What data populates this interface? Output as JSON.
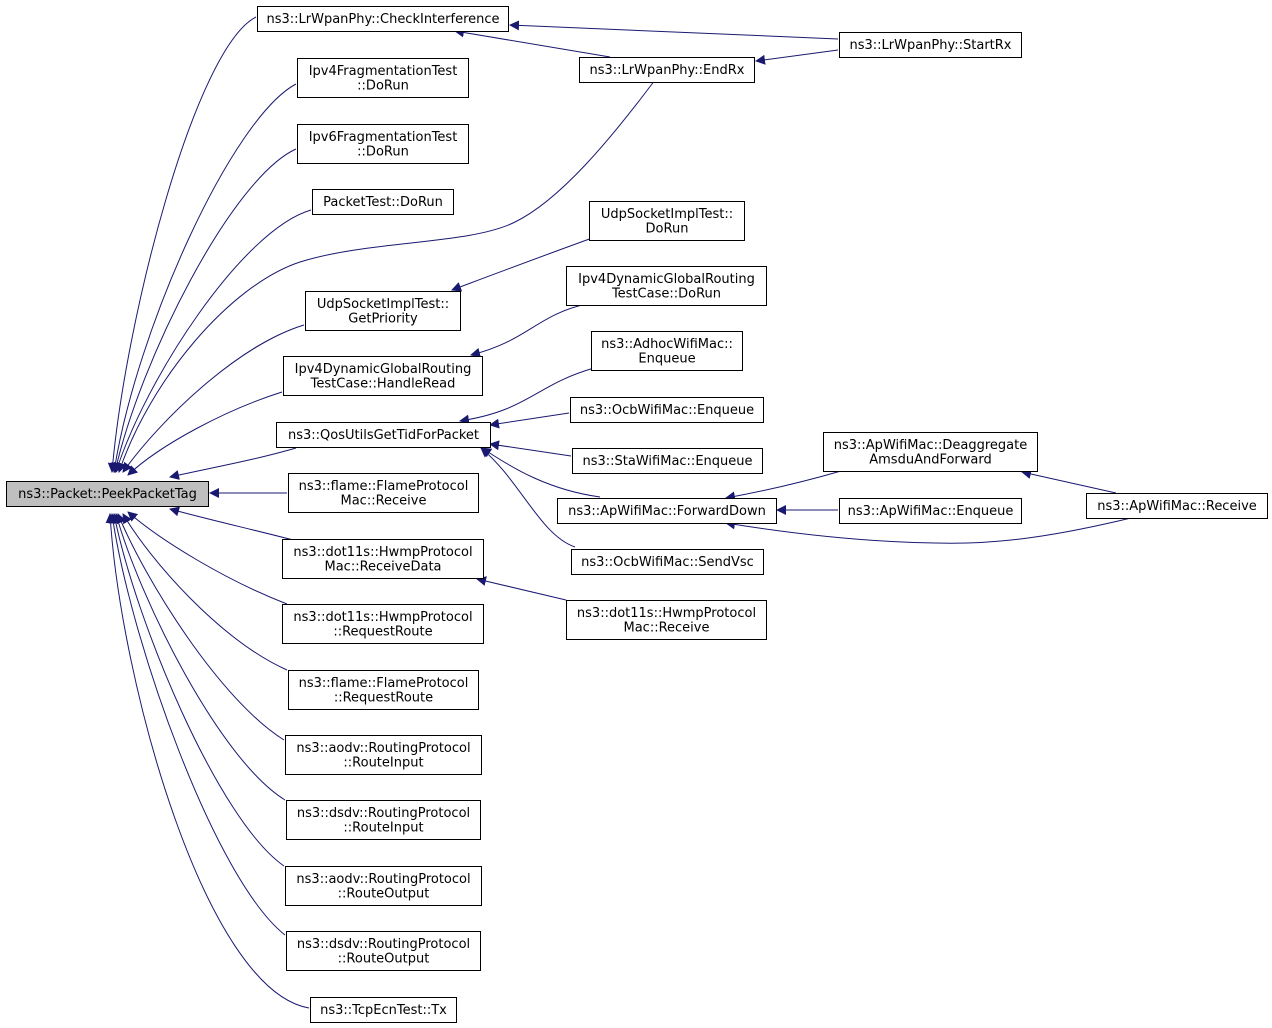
{
  "graph": {
    "colors": {
      "edge": "#191970",
      "node_border": "#000000",
      "root_fill": "#bfbfbf",
      "node_fill": "#ffffff"
    },
    "nodes": [
      {
        "id": "root",
        "lines": [
          "ns3::Packet::PeekPacketTag"
        ]
      },
      {
        "id": "check-interference",
        "lines": [
          "ns3::LrWpanPhy::CheckInterference"
        ]
      },
      {
        "id": "ipv4-frag",
        "lines": [
          "Ipv4FragmentationTest",
          "::DoRun"
        ]
      },
      {
        "id": "ipv6-frag",
        "lines": [
          "Ipv6FragmentationTest",
          "::DoRun"
        ]
      },
      {
        "id": "packet-test",
        "lines": [
          "PacketTest::DoRun"
        ]
      },
      {
        "id": "udp-getpriority",
        "lines": [
          "UdpSocketImplTest::",
          "GetPriority"
        ]
      },
      {
        "id": "ipv4-dyn-handleread",
        "lines": [
          "Ipv4DynamicGlobalRouting",
          "TestCase::HandleRead"
        ]
      },
      {
        "id": "qos-utils",
        "lines": [
          "ns3::QosUtilsGetTidForPacket"
        ]
      },
      {
        "id": "flame-mac-receive",
        "lines": [
          "ns3::flame::FlameProtocol",
          "Mac::Receive"
        ]
      },
      {
        "id": "hwmp-mac-receivedata",
        "lines": [
          "ns3::dot11s::HwmpProtocol",
          "Mac::ReceiveData"
        ]
      },
      {
        "id": "hwmp-requestroute",
        "lines": [
          "ns3::dot11s::HwmpProtocol",
          "::RequestRoute"
        ]
      },
      {
        "id": "flame-requestroute",
        "lines": [
          "ns3::flame::FlameProtocol",
          "::RequestRoute"
        ]
      },
      {
        "id": "aodv-routeinput",
        "lines": [
          "ns3::aodv::RoutingProtocol",
          "::RouteInput"
        ]
      },
      {
        "id": "dsdv-routeinput",
        "lines": [
          "ns3::dsdv::RoutingProtocol",
          "::RouteInput"
        ]
      },
      {
        "id": "aodv-routeoutput",
        "lines": [
          "ns3::aodv::RoutingProtocol",
          "::RouteOutput"
        ]
      },
      {
        "id": "dsdv-routeoutput",
        "lines": [
          "ns3::dsdv::RoutingProtocol",
          "::RouteOutput"
        ]
      },
      {
        "id": "tcp-ecn-tx",
        "lines": [
          "ns3::TcpEcnTest::Tx"
        ]
      },
      {
        "id": "endrx",
        "lines": [
          "ns3::LrWpanPhy::EndRx"
        ]
      },
      {
        "id": "udp-dorun",
        "lines": [
          "UdpSocketImplTest::",
          "DoRun"
        ]
      },
      {
        "id": "ipv4-dyn-dorun",
        "lines": [
          "Ipv4DynamicGlobalRouting",
          "TestCase::DoRun"
        ]
      },
      {
        "id": "adhoc-enqueue",
        "lines": [
          "ns3::AdhocWifiMac::",
          "Enqueue"
        ]
      },
      {
        "id": "ocb-enqueue",
        "lines": [
          "ns3::OcbWifiMac::Enqueue"
        ]
      },
      {
        "id": "sta-enqueue",
        "lines": [
          "ns3::StaWifiMac::Enqueue"
        ]
      },
      {
        "id": "ap-forwarddown",
        "lines": [
          "ns3::ApWifiMac::ForwardDown"
        ]
      },
      {
        "id": "ocb-sendvsc",
        "lines": [
          "ns3::OcbWifiMac::SendVsc"
        ]
      },
      {
        "id": "hwmp-mac-receive",
        "lines": [
          "ns3::dot11s::HwmpProtocol",
          "Mac::Receive"
        ]
      },
      {
        "id": "startrx",
        "lines": [
          "ns3::LrWpanPhy::StartRx"
        ]
      },
      {
        "id": "ap-deaggregate",
        "lines": [
          "ns3::ApWifiMac::Deaggregate",
          "AmsduAndForward"
        ]
      },
      {
        "id": "ap-enqueue",
        "lines": [
          "ns3::ApWifiMac::Enqueue"
        ]
      },
      {
        "id": "ap-receive",
        "lines": [
          "ns3::ApWifiMac::Receive"
        ]
      }
    ],
    "edges": [
      [
        "check-interference",
        "root"
      ],
      [
        "ipv4-frag",
        "root"
      ],
      [
        "ipv6-frag",
        "root"
      ],
      [
        "packet-test",
        "root"
      ],
      [
        "endrx",
        "root"
      ],
      [
        "udp-getpriority",
        "root"
      ],
      [
        "ipv4-dyn-handleread",
        "root"
      ],
      [
        "qos-utils",
        "root"
      ],
      [
        "flame-mac-receive",
        "root"
      ],
      [
        "hwmp-mac-receivedata",
        "root"
      ],
      [
        "hwmp-requestroute",
        "root"
      ],
      [
        "flame-requestroute",
        "root"
      ],
      [
        "aodv-routeinput",
        "root"
      ],
      [
        "dsdv-routeinput",
        "root"
      ],
      [
        "aodv-routeoutput",
        "root"
      ],
      [
        "dsdv-routeoutput",
        "root"
      ],
      [
        "tcp-ecn-tx",
        "root"
      ],
      [
        "startrx",
        "check-interference"
      ],
      [
        "endrx",
        "check-interference"
      ],
      [
        "startrx",
        "endrx"
      ],
      [
        "udp-dorun",
        "udp-getpriority"
      ],
      [
        "ipv4-dyn-dorun",
        "ipv4-dyn-handleread"
      ],
      [
        "adhoc-enqueue",
        "qos-utils"
      ],
      [
        "ocb-enqueue",
        "qos-utils"
      ],
      [
        "sta-enqueue",
        "qos-utils"
      ],
      [
        "ap-forwarddown",
        "qos-utils"
      ],
      [
        "ocb-sendvsc",
        "qos-utils"
      ],
      [
        "ap-deaggregate",
        "ap-forwarddown"
      ],
      [
        "ap-enqueue",
        "ap-forwarddown"
      ],
      [
        "ap-receive",
        "ap-forwarddown"
      ],
      [
        "ap-receive",
        "ap-deaggregate"
      ],
      [
        "hwmp-mac-receive",
        "hwmp-mac-receivedata"
      ]
    ]
  }
}
